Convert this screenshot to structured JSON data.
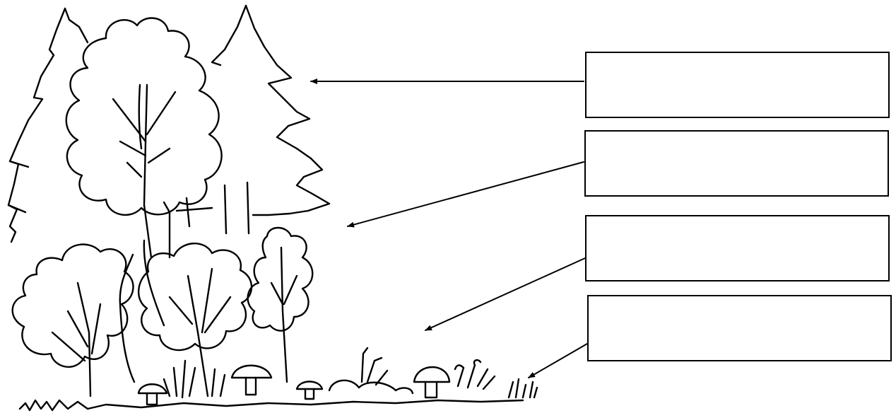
{
  "diagram": {
    "subject": "forest-layers-sketch",
    "colors": {
      "ink": "#000000",
      "background": "#ffffff"
    },
    "layers": [
      {
        "id": "tree-layer",
        "answer": ""
      },
      {
        "id": "small-tree-layer",
        "answer": ""
      },
      {
        "id": "shrub-layer",
        "answer": ""
      },
      {
        "id": "ground-layer",
        "answer": ""
      }
    ]
  }
}
